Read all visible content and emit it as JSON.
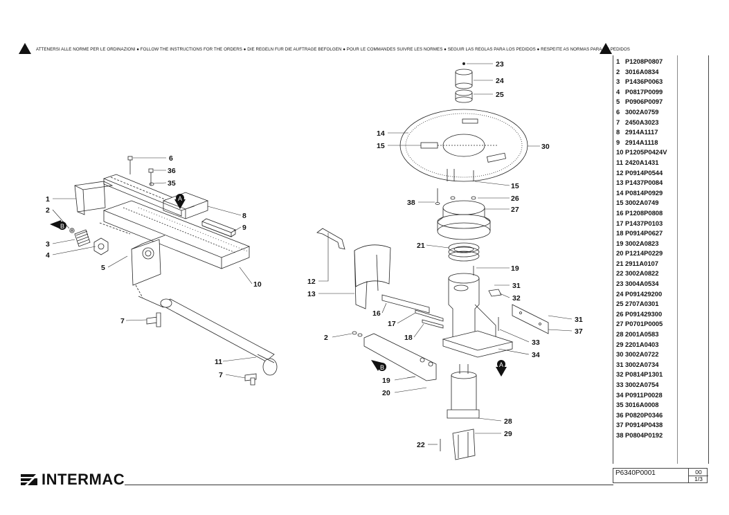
{
  "notice": "ATTENERSI ALLE NORME PER LE ORDINAZIONI ● FOLLOW THE INSTRUCTIONS FOR THE ORDERS ● DIE REGELN FUR DIE AUFTRAGE BEFOLGEN ● POUR LE COMMANDES SUIVRE LES NORMES ● SEGUIR LAS REGLAS PARA LOS PEDIDOS ● RESPEITE AS NORMAS PARA OS PEDIDOS",
  "brand": "INTERMAC",
  "drawing_code": "P6340P0001",
  "revision": "00",
  "sheet": "1/3",
  "markers": {
    "a": "A",
    "b": "B"
  },
  "callouts": {
    "c1": "1",
    "c2": "2",
    "c3": "3",
    "c4": "4",
    "c5": "5",
    "c6": "6",
    "c7": "7",
    "c8": "8",
    "c9": "9",
    "c10": "10",
    "c11": "11",
    "c12": "12",
    "c13": "13",
    "c14": "14",
    "c15": "15",
    "c16": "16",
    "c17": "17",
    "c18": "18",
    "c19": "19",
    "c20": "20",
    "c21": "21",
    "c22": "22",
    "c23": "23",
    "c24": "24",
    "c25": "25",
    "c26": "26",
    "c27": "27",
    "c28": "28",
    "c29": "29",
    "c30": "30",
    "c31": "31",
    "c32": "32",
    "c33": "33",
    "c34": "34",
    "c35": "35",
    "c36": "36",
    "c37": "37",
    "c38": "38"
  },
  "parts": [
    {
      "no": "1",
      "code": "P1208P0807"
    },
    {
      "no": "2",
      "code": "3016A0834"
    },
    {
      "no": "3",
      "code": "P1436P0063"
    },
    {
      "no": "4",
      "code": "P0817P0099"
    },
    {
      "no": "5",
      "code": "P0906P0097"
    },
    {
      "no": "6",
      "code": "3002A0759"
    },
    {
      "no": "7",
      "code": "2450A3023"
    },
    {
      "no": "8",
      "code": "2914A1117"
    },
    {
      "no": "9",
      "code": "2914A1118"
    },
    {
      "no": "10",
      "code": "P1205P0424V"
    },
    {
      "no": "11",
      "code": "2420A1431"
    },
    {
      "no": "12",
      "code": "P0914P0544"
    },
    {
      "no": "13",
      "code": "P1437P0084"
    },
    {
      "no": "14",
      "code": "P0814P0929"
    },
    {
      "no": "15",
      "code": "3002A0749"
    },
    {
      "no": "16",
      "code": "P1208P0808"
    },
    {
      "no": "17",
      "code": "P1437P0103"
    },
    {
      "no": "18",
      "code": "P0914P0627"
    },
    {
      "no": "19",
      "code": "3002A0823"
    },
    {
      "no": "20",
      "code": "P1214P0229"
    },
    {
      "no": "21",
      "code": "2911A0107"
    },
    {
      "no": "22",
      "code": "3002A0822"
    },
    {
      "no": "23",
      "code": "3004A0534"
    },
    {
      "no": "24",
      "code": "P091429200"
    },
    {
      "no": "25",
      "code": "2707A0301"
    },
    {
      "no": "26",
      "code": "P091429300"
    },
    {
      "no": "27",
      "code": "P0701P0005"
    },
    {
      "no": "28",
      "code": "2001A0583"
    },
    {
      "no": "29",
      "code": "2201A0403"
    },
    {
      "no": "30",
      "code": "3002A0722"
    },
    {
      "no": "31",
      "code": "3002A0734"
    },
    {
      "no": "32",
      "code": "P0814P1301"
    },
    {
      "no": "33",
      "code": "3002A0754"
    },
    {
      "no": "34",
      "code": "P0911P0028"
    },
    {
      "no": "35",
      "code": "3016A0008"
    },
    {
      "no": "36",
      "code": "P0820P0346"
    },
    {
      "no": "37",
      "code": "P0914P0438"
    },
    {
      "no": "38",
      "code": "P0804P0192"
    }
  ]
}
